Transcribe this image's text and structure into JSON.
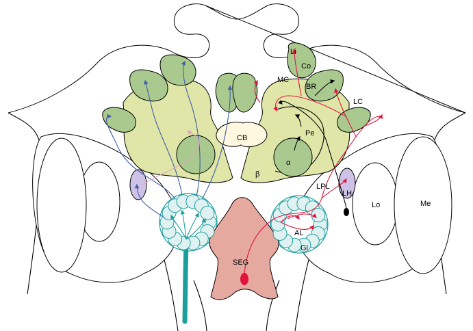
{
  "labels": {
    "li": "Li",
    "co": "Co",
    "br": "BR",
    "mc": "MC",
    "lc": "LC",
    "cb": "CB",
    "pe": "Pe",
    "alpha": "α",
    "beta": "β",
    "lpl": "LPL",
    "lh": "LH",
    "lo": "Lo",
    "me": "Me",
    "al": "AL",
    "gl": "Gl",
    "seg": "SEG"
  },
  "colors": {
    "mushroom_body": "#dfe6a8",
    "calyx": "#a9c98f",
    "central_body": "#fdf8df",
    "lateral_horn": "#cec2e6",
    "antennal_lobe": "#1b9e9e",
    "seg": "#e6a9a0",
    "blue_neuron": "#3f5fa8",
    "red_neuron": "#e0143c",
    "pink_neuron": "#e6a0bf"
  }
}
